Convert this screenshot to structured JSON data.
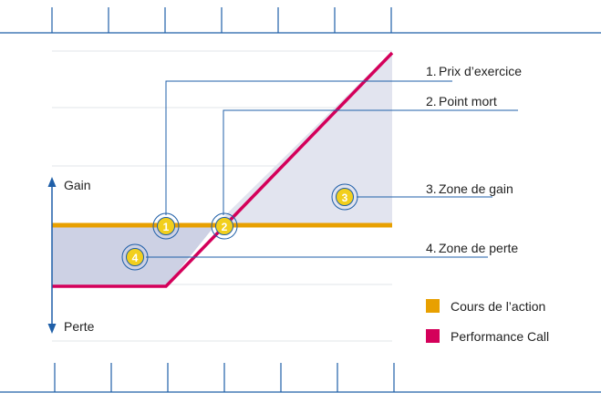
{
  "axis": {
    "gain_label": "Gain",
    "loss_label": "Perte"
  },
  "callouts": [
    {
      "number": "1.",
      "label": "Prix d’exercice",
      "marker": "1"
    },
    {
      "number": "2.",
      "label": "Point mort",
      "marker": "2"
    },
    {
      "number": "3.",
      "label": "Zone de gain",
      "marker": "3"
    },
    {
      "number": "4.",
      "label": "Zone de perte",
      "marker": "4"
    }
  ],
  "legend": [
    {
      "label": "Cours de l’action",
      "color": "#e8a000"
    },
    {
      "label": "Performance Call",
      "color": "#d4005a"
    }
  ],
  "colors": {
    "frame": "#1f5fa8",
    "leader": "#1f5fa8",
    "grid": "#e1e4ea",
    "gain_zone": "#e2e4ef",
    "loss_zone": "#cdd1e4",
    "marker_fill": "#f2cf1d"
  }
}
